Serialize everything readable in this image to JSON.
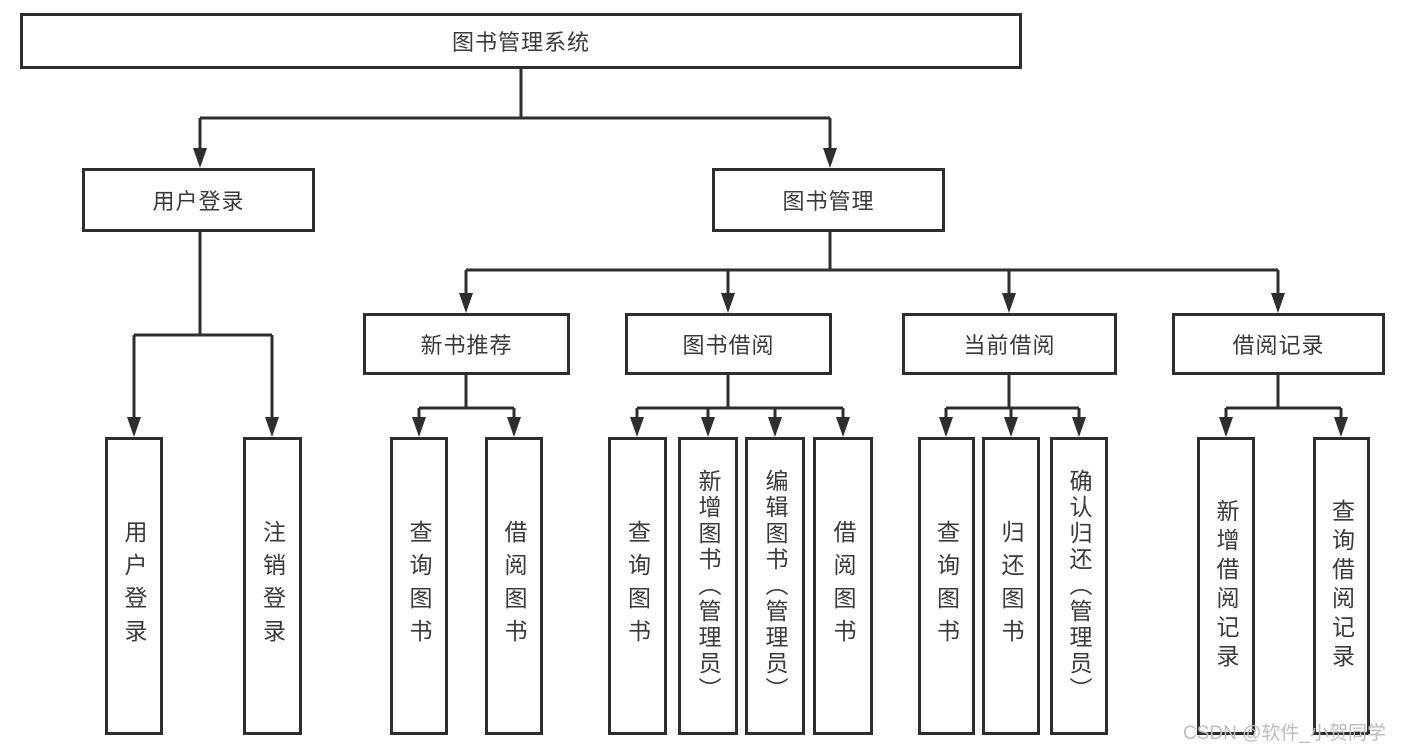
{
  "diagram": {
    "title": "图书管理系统",
    "level1": [
      {
        "label": "用户登录"
      },
      {
        "label": "图书管理"
      }
    ],
    "level2": [
      {
        "label": "新书推荐"
      },
      {
        "label": "图书借阅"
      },
      {
        "label": "当前借阅"
      },
      {
        "label": "借阅记录"
      }
    ],
    "leaves": {
      "user_login": [
        "用户登录",
        "注销登录"
      ],
      "new_book": [
        "查询图书",
        "借阅图书"
      ],
      "book_borrowing": [
        "查询图书",
        "新增图书（管理员）",
        "编辑图书（管理员）",
        "借阅图书"
      ],
      "current_borrowing": [
        "查询图书",
        "归还图书",
        "确认归还（管理员）"
      ],
      "borrow_records": [
        "新增借阅记录",
        "查询借阅记录"
      ]
    },
    "colors": {
      "line": "#2e2e2e",
      "text": "#3a3a3a",
      "background": "#ffffff",
      "watermark": "#bdbcc2"
    }
  },
  "watermark": "CSDN @软件_小贺同学"
}
